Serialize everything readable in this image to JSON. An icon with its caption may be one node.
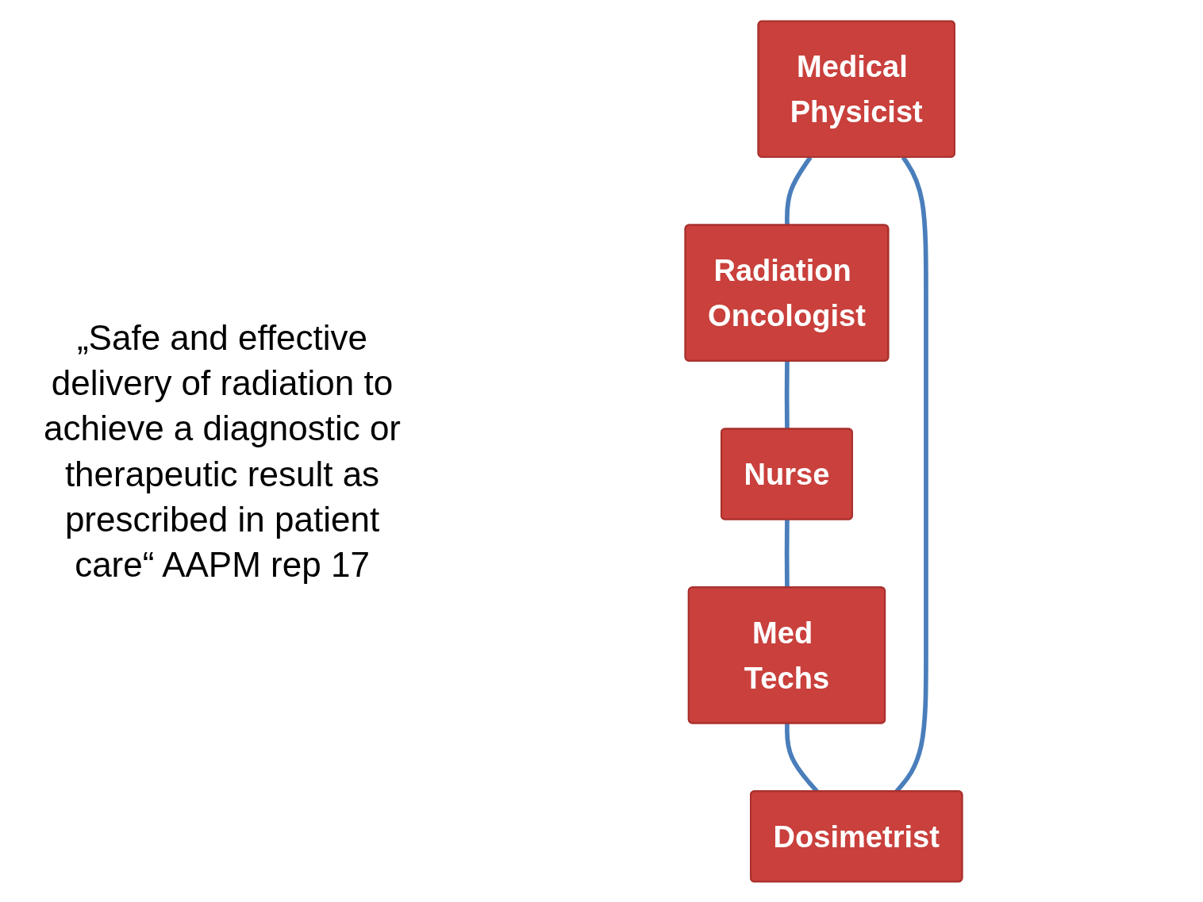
{
  "diagram": {
    "nodes": [
      {
        "text": [
          "Medical Physicist"
        ]
      },
      {
        "text": [
          "Dosimetrist"
        ]
      },
      {
        "text": [
          "Radiation Oncologist"
        ]
      },
      {
        "text": [
          "Med Techs"
        ]
      },
      {
        "text": [
          "Nurse"
        ]
      }
    ],
    "edges": [
      {
        "from": 0,
        "to": 2,
        "arrow": "none"
      },
      {
        "from": 2,
        "to": 4,
        "arrow": "none"
      },
      {
        "from": 4,
        "to": 3,
        "arrow": "none"
      },
      {
        "from": 3,
        "to": 1,
        "arrow": "none"
      },
      {
        "from": 1,
        "to": 0,
        "arrow": "none"
      }
    ],
    "labels": [
      "„Safe and effective delivery of radiation to achieve a diagnostic or therapeutic result as prescribed in patient care“ AAPM rep 17"
    ]
  }
}
